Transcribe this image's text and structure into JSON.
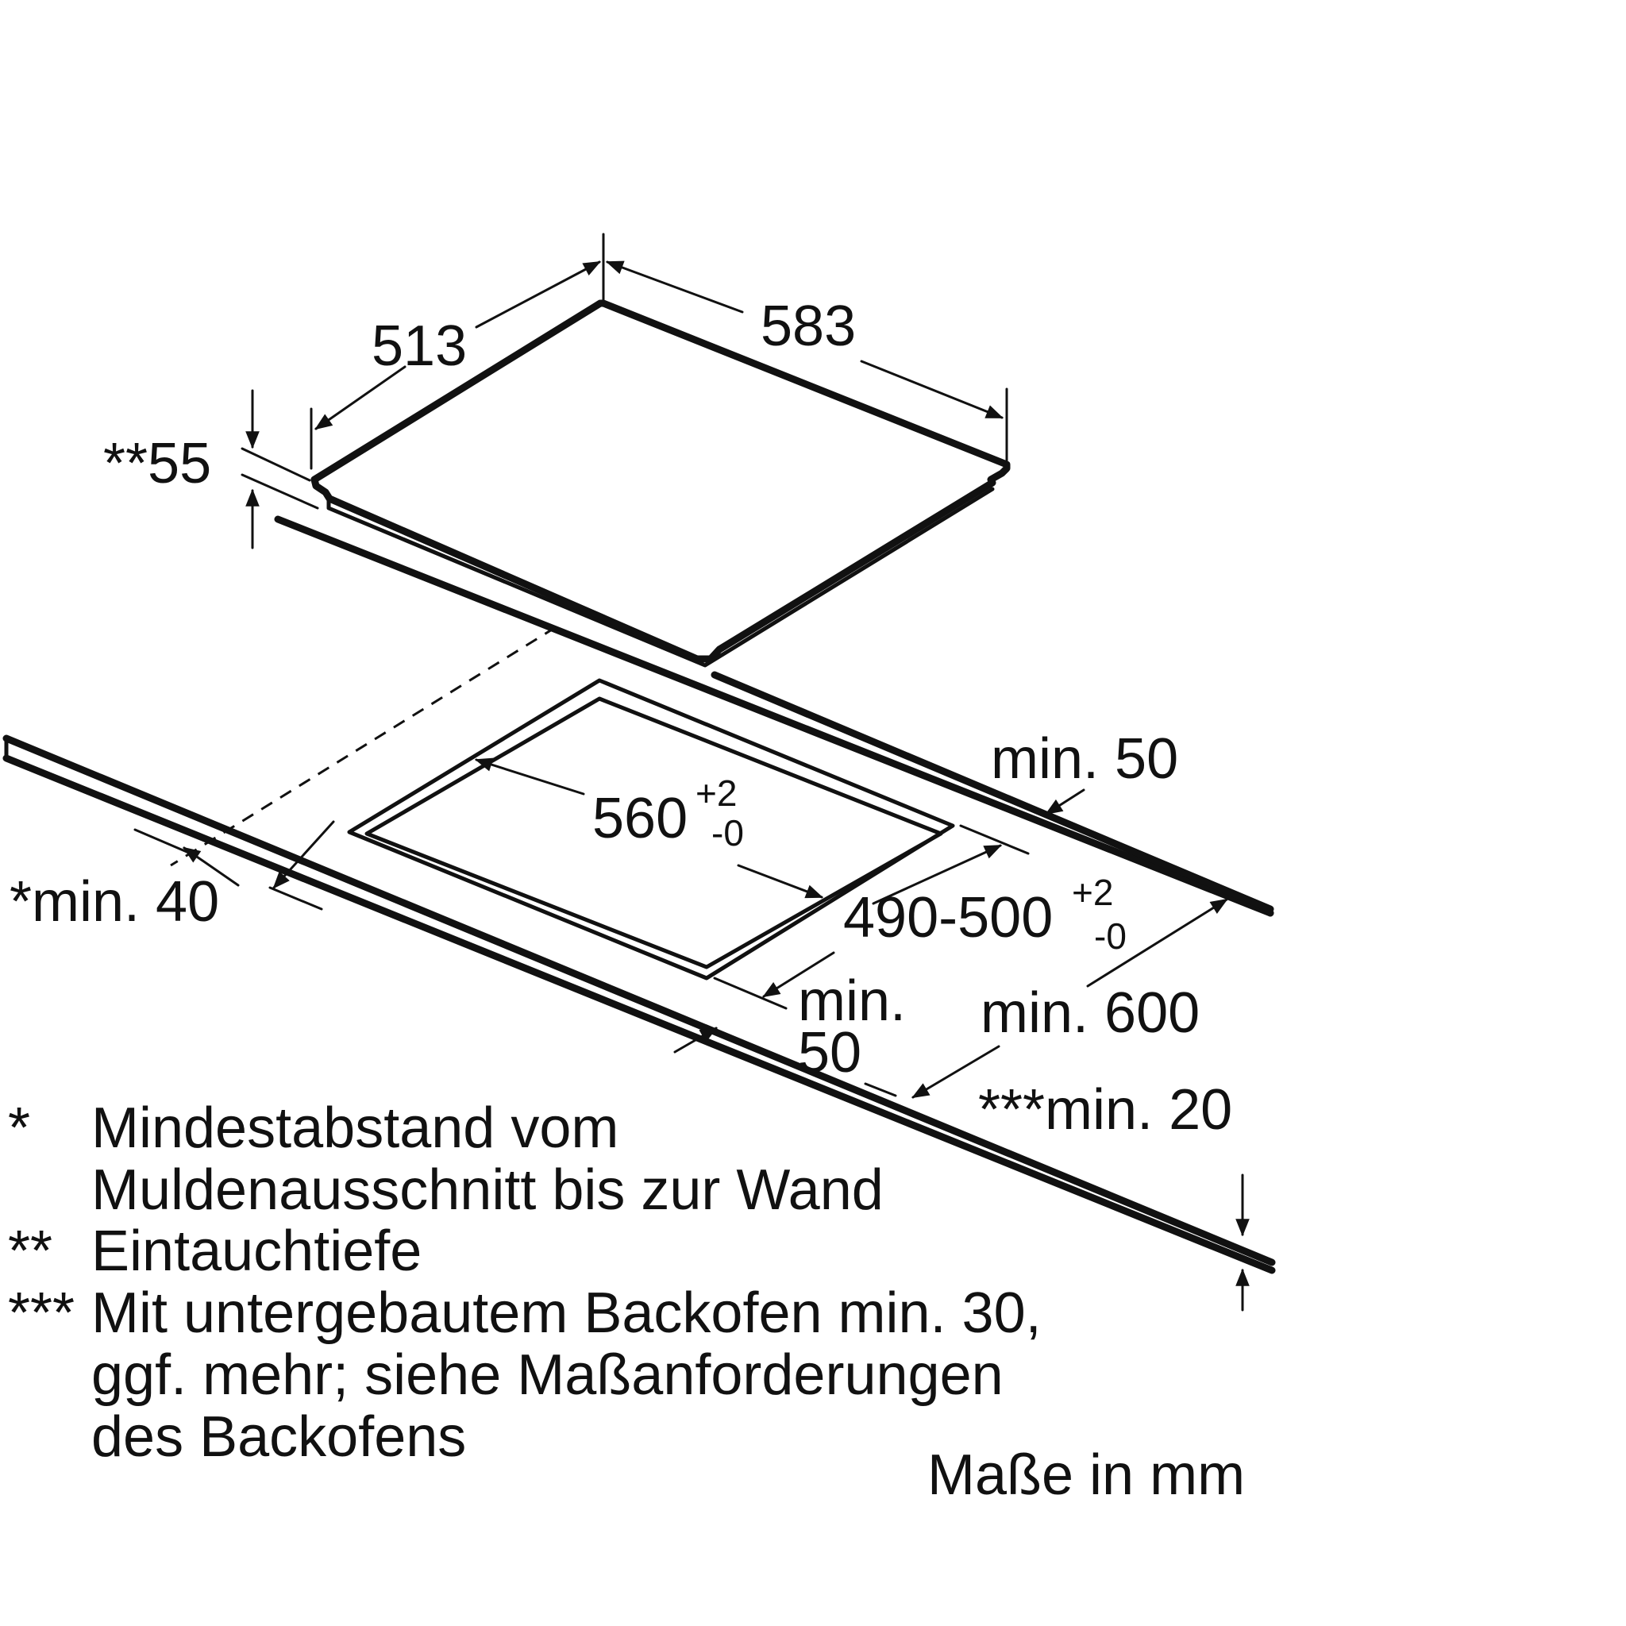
{
  "dimensions": {
    "hob_depth": "513",
    "hob_width": "583",
    "insertion_depth": "**55",
    "rear_clearance": "min. 50",
    "cutout_width": {
      "value": "560",
      "tol_plus": "+2",
      "tol_minus": "-0"
    },
    "cutout_depth": {
      "value": "490-500",
      "tol_plus": "+2",
      "tol_minus": "-0"
    },
    "wall_clearance": "*min. 40",
    "front_clearance": {
      "line1": "min.",
      "line2": "50"
    },
    "counter_depth": "min. 600",
    "counter_thickness": "***min. 20"
  },
  "notes": [
    {
      "mark": "*",
      "lines": [
        "Mindestabstand vom",
        "Muldenausschnitt bis zur Wand"
      ]
    },
    {
      "mark": "**",
      "lines": [
        "Eintauchtiefe"
      ]
    },
    {
      "mark": "***",
      "lines": [
        "Mit untergebautem Backofen min. 30,",
        "ggf. mehr; siehe Maßanforderungen",
        "des Backofens"
      ]
    }
  ],
  "units": "Maße in mm"
}
